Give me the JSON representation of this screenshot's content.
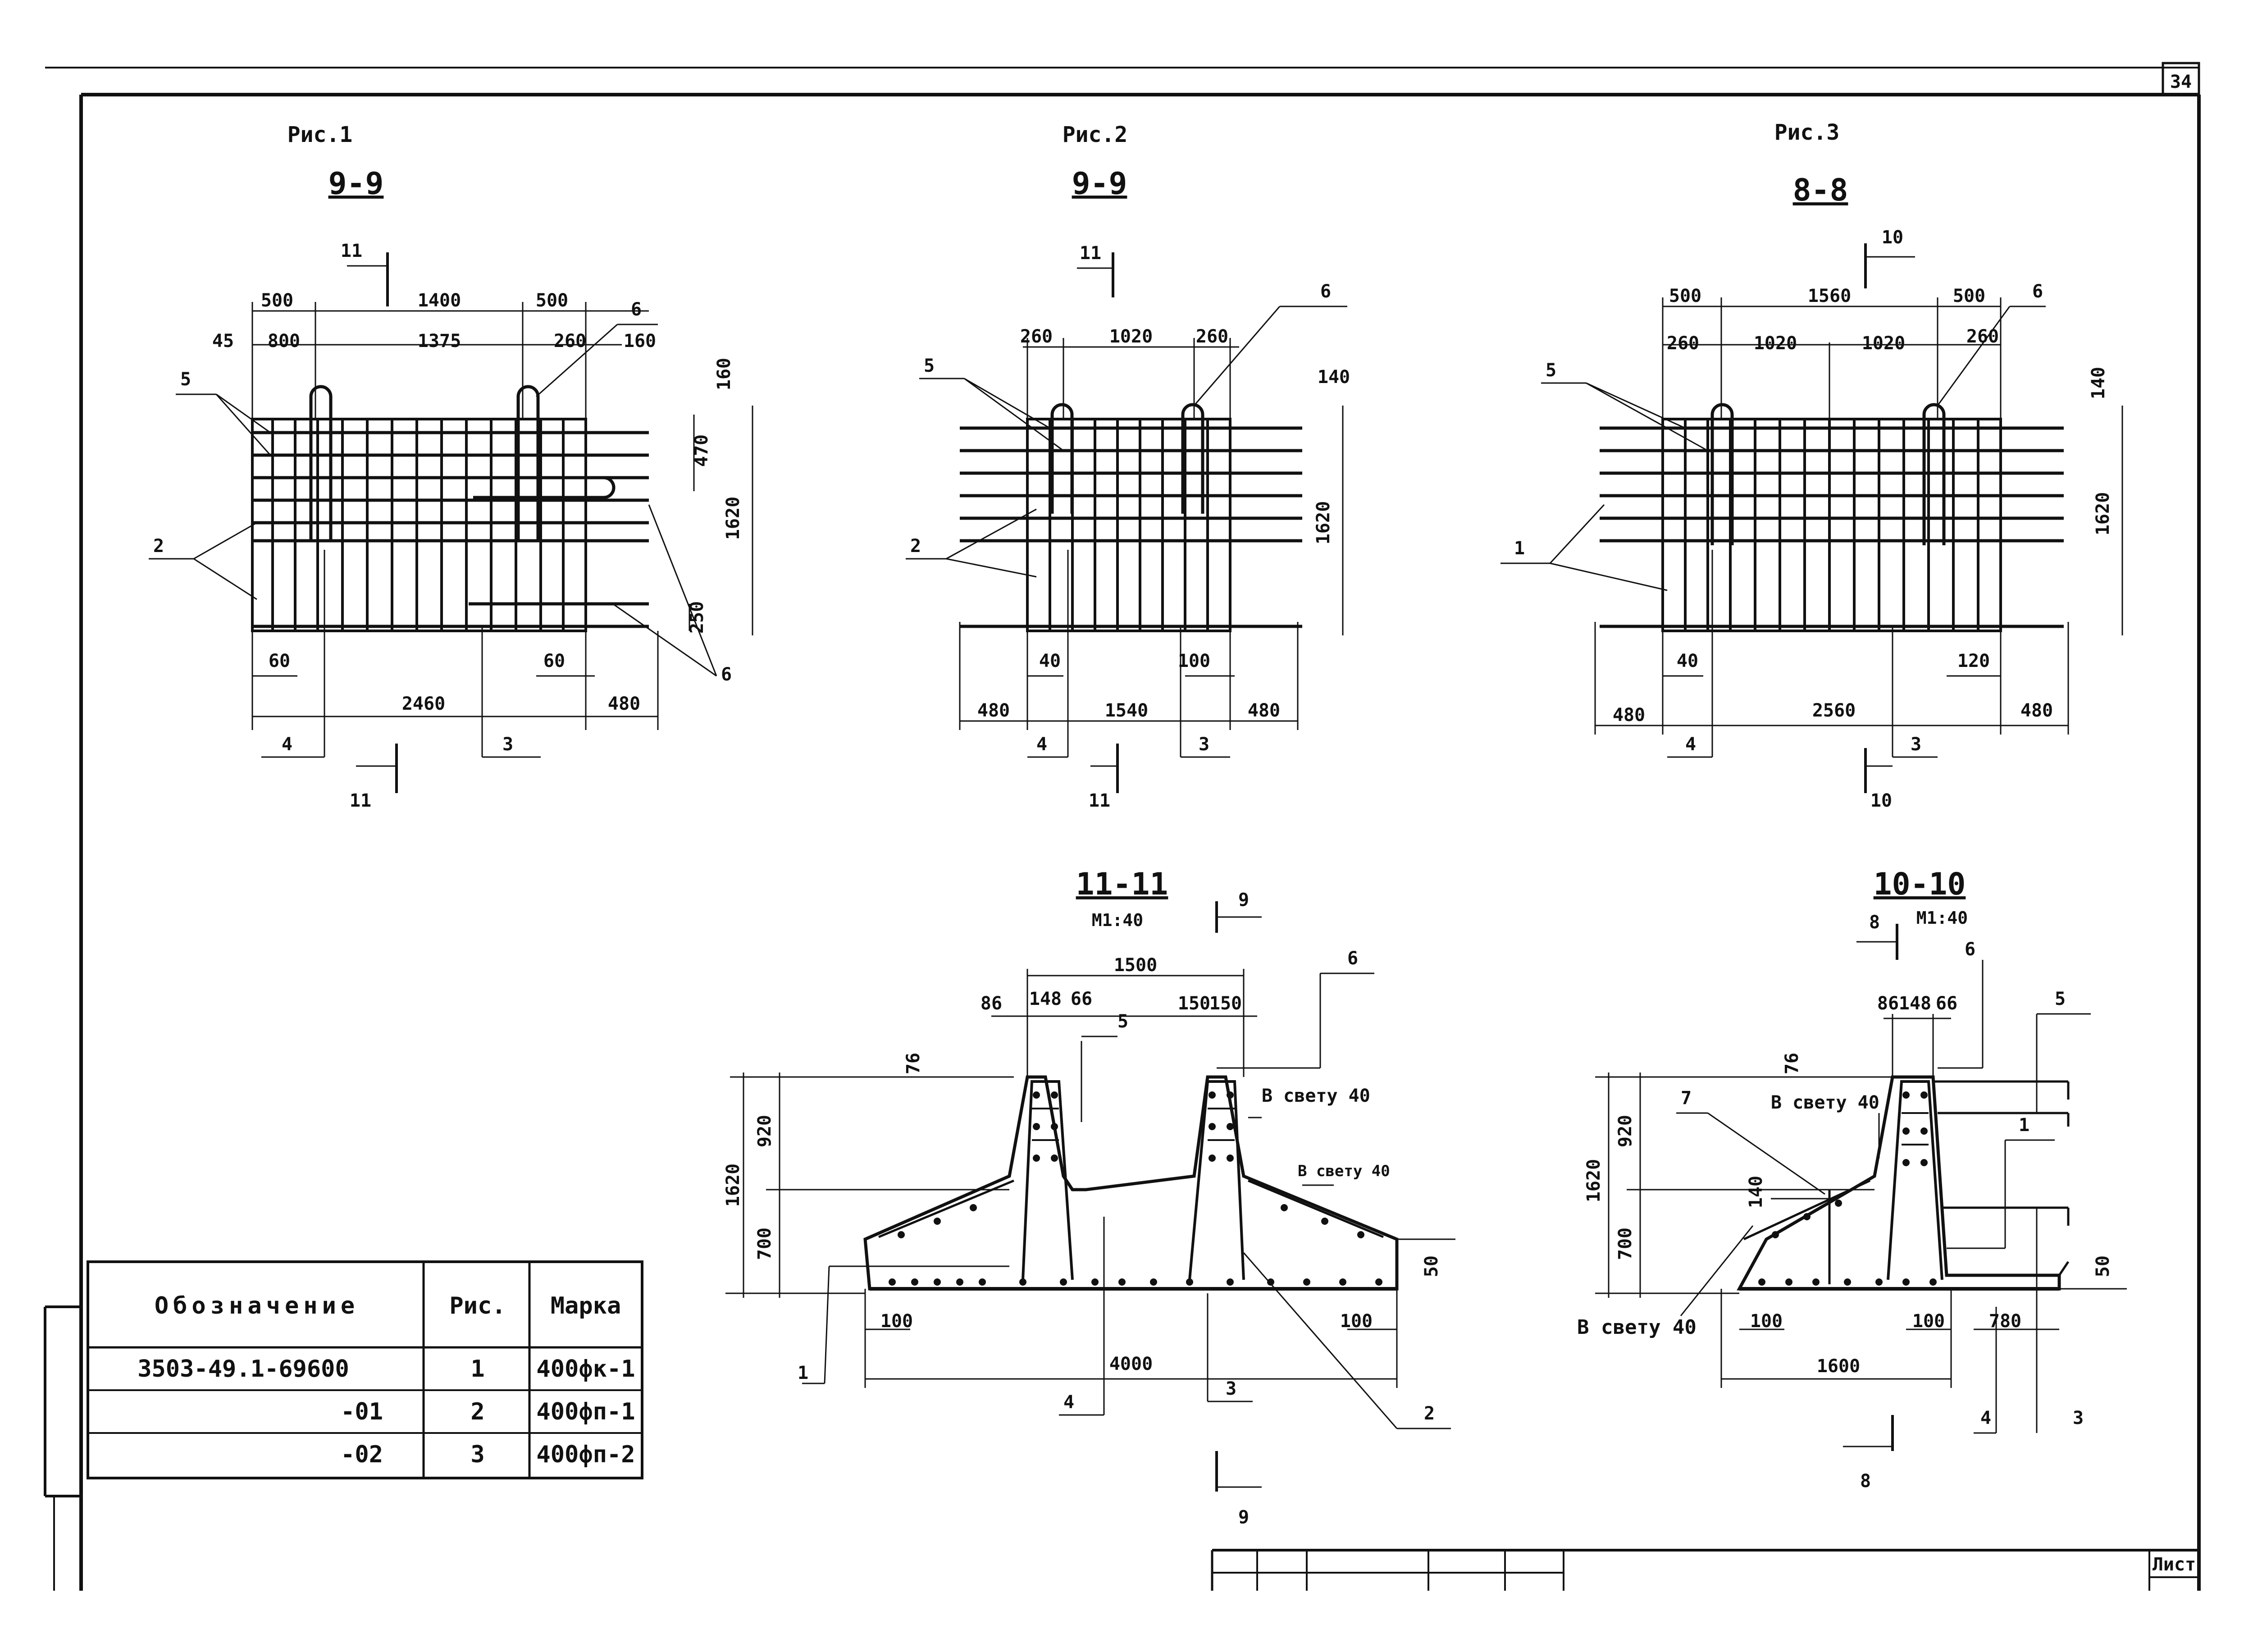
{
  "sheet": {
    "sheet_number": "34",
    "sheet_label": "Лист"
  },
  "figures": [
    {
      "fig_label": "Рис.1",
      "section_label": "9-9",
      "cut_marks": [
        "11",
        "11"
      ],
      "dims_top": [
        "500",
        "1400",
        "500"
      ],
      "dims_second": [
        "45",
        "800",
        "1375",
        "260",
        "160"
      ],
      "dims_right": [
        "160",
        "470",
        "1620",
        "250"
      ],
      "dims_bottom": [
        "60",
        "60",
        "2460",
        "480"
      ],
      "callouts": [
        "5",
        "6",
        "2",
        "6",
        "4",
        "3"
      ]
    },
    {
      "fig_label": "Рис.2",
      "section_label": "9-9",
      "cut_marks": [
        "11",
        "11"
      ],
      "dims_top": [
        "260",
        "1020",
        "260"
      ],
      "dims_right": [
        "140",
        "1620"
      ],
      "dims_bottom": [
        "40",
        "100",
        "480",
        "1540",
        "480"
      ],
      "callouts": [
        "5",
        "6",
        "2",
        "4",
        "3"
      ]
    },
    {
      "fig_label": "Рис.3",
      "section_label": "8-8",
      "cut_marks": [
        "10",
        "10"
      ],
      "dims_top": [
        "500",
        "1560",
        "500"
      ],
      "dims_second": [
        "260",
        "1020",
        "1020",
        "260"
      ],
      "dims_right": [
        "140",
        "1620"
      ],
      "dims_bottom": [
        "40",
        "120",
        "480",
        "2560",
        "480"
      ],
      "callouts": [
        "5",
        "6",
        "1",
        "4",
        "3"
      ]
    }
  ],
  "section_11": {
    "title": "11-11",
    "scale": "М1:40",
    "cut_marks": [
      "9",
      "9"
    ],
    "dims": {
      "top": "1500",
      "w86": "86",
      "w148": "148",
      "w66": "66",
      "w150a": "150",
      "w150b": "150",
      "h76": "76",
      "h920": "920",
      "h1620": "1620",
      "h700": "700",
      "h50": "50",
      "b100a": "100",
      "b100b": "100",
      "b4000": "4000"
    },
    "notes": [
      "В свету 40",
      "В свету 40"
    ],
    "callouts": [
      "5",
      "6",
      "1",
      "4",
      "3",
      "2"
    ]
  },
  "section_10": {
    "title": "10-10",
    "scale": "М1:40",
    "cut_marks": [
      "8",
      "8"
    ],
    "dims": {
      "w86": "86",
      "w148": "148",
      "w66": "66",
      "h76": "76",
      "h920": "920",
      "h1620": "1620",
      "h700": "700",
      "h140": "140",
      "h50": "50",
      "b100a": "100",
      "b100b": "100",
      "b780": "780",
      "b1600": "1600"
    },
    "notes": [
      "В свету 40",
      "В свету 40"
    ],
    "callouts": [
      "6",
      "5",
      "7",
      "1",
      "4",
      "3"
    ]
  },
  "spec_table": {
    "headers": [
      "Обозначение",
      "Рис.",
      "Марка"
    ],
    "rows": [
      [
        "3503-49.1-69600",
        "1",
        "400фк-1"
      ],
      [
        "-01",
        "2",
        "400фп-1"
      ],
      [
        "-02",
        "3",
        "400фп-2"
      ]
    ]
  }
}
